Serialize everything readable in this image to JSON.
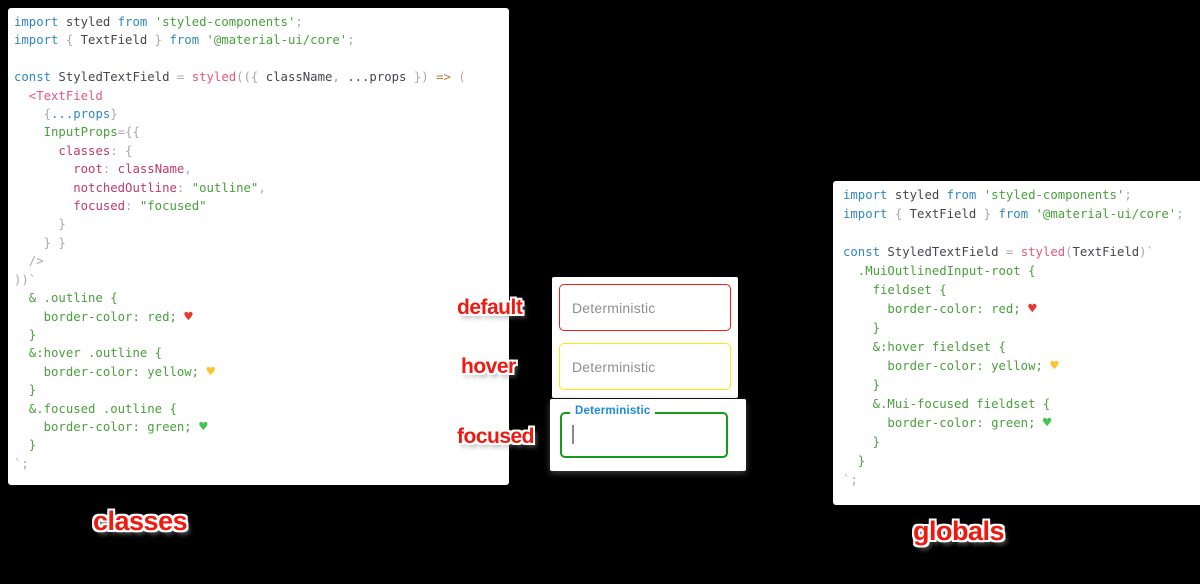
{
  "colors": {
    "page-bg": "#000000",
    "panel-bg": "#ffffff",
    "accent-red": "#ee1a12",
    "border-default": "#f21d1d",
    "border-hover": "#ffe810",
    "border-focused": "#189a18",
    "focused-label-blue": "#1e88e5",
    "placeholder-gray": "#8f8f8f",
    "caret-gray": "#8a8a8a"
  },
  "labels": {
    "classes": "classes",
    "globals": "globals",
    "default": "default",
    "hover": "hover",
    "focused": "focused"
  },
  "demo": {
    "default_field": {
      "placeholder": "Deterministic"
    },
    "hover_field": {
      "placeholder": "Deterministic"
    },
    "focused_field": {
      "floating_label": "Deterministic",
      "value": ""
    }
  },
  "panels": {
    "classes_code": {
      "lines": [
        [
          {
            "c": "kw",
            "t": "import"
          },
          {
            "c": "txt",
            "t": " styled "
          },
          {
            "c": "kw",
            "t": "from"
          },
          {
            "c": "txt",
            "t": " "
          },
          {
            "c": "str",
            "t": "'styled-components'"
          },
          {
            "c": "punc",
            "t": ";"
          }
        ],
        [
          {
            "c": "kw",
            "t": "import"
          },
          {
            "c": "punc",
            "t": " { "
          },
          {
            "c": "txt",
            "t": "TextField"
          },
          {
            "c": "punc",
            "t": " } "
          },
          {
            "c": "kw",
            "t": "from"
          },
          {
            "c": "txt",
            "t": " "
          },
          {
            "c": "str",
            "t": "'@material-ui/core'"
          },
          {
            "c": "punc",
            "t": ";"
          }
        ],
        [],
        [
          {
            "c": "kw",
            "t": "const"
          },
          {
            "c": "txt",
            "t": " StyledTextField "
          },
          {
            "c": "punc",
            "t": "= "
          },
          {
            "c": "fn",
            "t": "styled"
          },
          {
            "c": "punc",
            "t": "(({ "
          },
          {
            "c": "txt",
            "t": "className"
          },
          {
            "c": "punc",
            "t": ", "
          },
          {
            "c": "txt",
            "t": "...props"
          },
          {
            "c": "punc",
            "t": " }) "
          },
          {
            "c": "arrow",
            "t": "=>"
          },
          {
            "c": "punc",
            "t": " ("
          }
        ],
        [
          {
            "c": "fn",
            "t": "  <TextField"
          }
        ],
        [
          {
            "c": "punc",
            "t": "    {"
          },
          {
            "c": "kw",
            "t": "...props"
          },
          {
            "c": "punc",
            "t": "}"
          }
        ],
        [
          {
            "c": "txt",
            "t": "    "
          },
          {
            "c": "str",
            "t": "InputProps"
          },
          {
            "c": "punc",
            "t": "={{"
          }
        ],
        [
          {
            "c": "txt",
            "t": "      "
          },
          {
            "c": "key",
            "t": "classes"
          },
          {
            "c": "punc",
            "t": ": {"
          }
        ],
        [
          {
            "c": "txt",
            "t": "        "
          },
          {
            "c": "key",
            "t": "root"
          },
          {
            "c": "punc",
            "t": ": "
          },
          {
            "c": "key",
            "t": "className"
          },
          {
            "c": "punc",
            "t": ","
          }
        ],
        [
          {
            "c": "txt",
            "t": "        "
          },
          {
            "c": "key",
            "t": "notchedOutline"
          },
          {
            "c": "punc",
            "t": ": "
          },
          {
            "c": "str",
            "t": "\"outline\""
          },
          {
            "c": "punc",
            "t": ","
          }
        ],
        [
          {
            "c": "txt",
            "t": "        "
          },
          {
            "c": "key",
            "t": "focused"
          },
          {
            "c": "punc",
            "t": ": "
          },
          {
            "c": "str",
            "t": "\"focused\""
          }
        ],
        [
          {
            "c": "punc",
            "t": "      }"
          }
        ],
        [
          {
            "c": "punc",
            "t": "    } }"
          }
        ],
        [
          {
            "c": "punc",
            "t": "  />"
          }
        ],
        [
          {
            "c": "punc",
            "t": "))`"
          }
        ],
        [
          {
            "c": "str",
            "t": "  & .outline {"
          }
        ],
        [
          {
            "c": "str",
            "t": "    border-color: red; "
          },
          {
            "c": "hr",
            "t": "♥"
          }
        ],
        [
          {
            "c": "str",
            "t": "  }"
          }
        ],
        [
          {
            "c": "str",
            "t": "  &:hover .outline {"
          }
        ],
        [
          {
            "c": "str",
            "t": "    border-color: yellow; "
          },
          {
            "c": "hy",
            "t": "♥"
          }
        ],
        [
          {
            "c": "str",
            "t": "  }"
          }
        ],
        [
          {
            "c": "str",
            "t": "  &.focused .outline {"
          }
        ],
        [
          {
            "c": "str",
            "t": "    border-color: green; "
          },
          {
            "c": "hg",
            "t": "♥"
          }
        ],
        [
          {
            "c": "str",
            "t": "  }"
          }
        ],
        [
          {
            "c": "punc",
            "t": "`;"
          }
        ]
      ]
    },
    "globals_code": {
      "lines": [
        [
          {
            "c": "kw",
            "t": "import"
          },
          {
            "c": "txt",
            "t": " styled "
          },
          {
            "c": "kw",
            "t": "from"
          },
          {
            "c": "txt",
            "t": " "
          },
          {
            "c": "str",
            "t": "'styled-components'"
          },
          {
            "c": "punc",
            "t": ";"
          }
        ],
        [
          {
            "c": "kw",
            "t": "import"
          },
          {
            "c": "punc",
            "t": " { "
          },
          {
            "c": "txt",
            "t": "TextField"
          },
          {
            "c": "punc",
            "t": " } "
          },
          {
            "c": "kw",
            "t": "from"
          },
          {
            "c": "txt",
            "t": " "
          },
          {
            "c": "str",
            "t": "'@material-ui/core'"
          },
          {
            "c": "punc",
            "t": ";"
          }
        ],
        [],
        [
          {
            "c": "kw",
            "t": "const"
          },
          {
            "c": "txt",
            "t": " StyledTextField "
          },
          {
            "c": "punc",
            "t": "= "
          },
          {
            "c": "fn",
            "t": "styled"
          },
          {
            "c": "punc",
            "t": "("
          },
          {
            "c": "txt",
            "t": "TextField"
          },
          {
            "c": "punc",
            "t": ")`"
          }
        ],
        [
          {
            "c": "str",
            "t": "  .MuiOutlinedInput-root {"
          }
        ],
        [
          {
            "c": "str",
            "t": "    fieldset {"
          }
        ],
        [
          {
            "c": "str",
            "t": "      border-color: red; "
          },
          {
            "c": "hr",
            "t": "♥"
          }
        ],
        [
          {
            "c": "str",
            "t": "    }"
          }
        ],
        [
          {
            "c": "str",
            "t": "    &:hover fieldset {"
          }
        ],
        [
          {
            "c": "str",
            "t": "      border-color: yellow; "
          },
          {
            "c": "hy",
            "t": "♥"
          }
        ],
        [
          {
            "c": "str",
            "t": "    }"
          }
        ],
        [
          {
            "c": "str",
            "t": "    &.Mui-focused fieldset {"
          }
        ],
        [
          {
            "c": "str",
            "t": "      border-color: green; "
          },
          {
            "c": "hg",
            "t": "♥"
          }
        ],
        [
          {
            "c": "str",
            "t": "    }"
          }
        ],
        [
          {
            "c": "str",
            "t": "  }"
          }
        ],
        [
          {
            "c": "punc",
            "t": "`;"
          }
        ]
      ]
    }
  }
}
